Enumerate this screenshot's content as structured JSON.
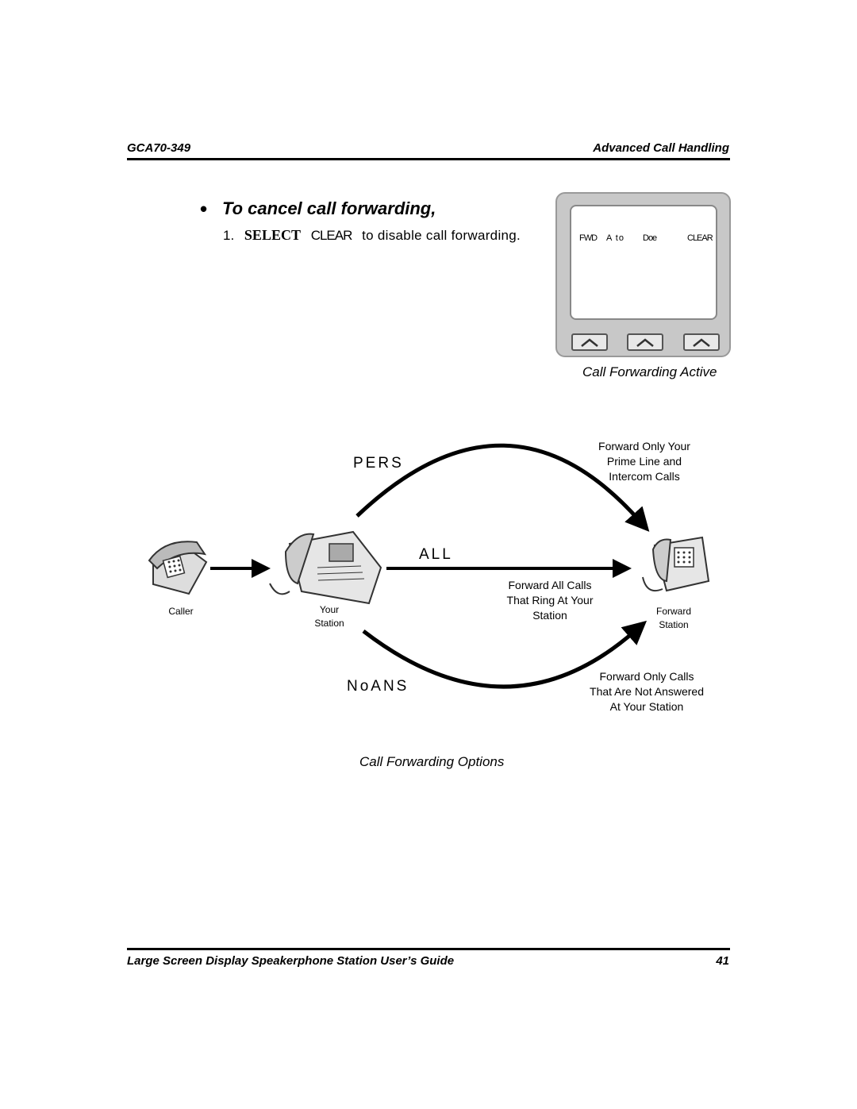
{
  "header": {
    "doc_code": "GCA70-349",
    "section": "Advanced Call Handling"
  },
  "heading": "To cancel call forwarding,",
  "step": {
    "number": "1.",
    "keyword": "SELECT",
    "key": "CLEAR",
    "text": "to disable call forwarding."
  },
  "display": {
    "line1": {
      "fwd": "FWD",
      "to": "A to",
      "name": "Doe",
      "softkey": "CLEAR"
    }
  },
  "caption_display": "Call Forwarding Active",
  "diagram": {
    "options": {
      "pers": "PERS",
      "all": "ALL",
      "noans": "NoANS"
    },
    "labels": {
      "caller": "Caller",
      "your_station_1": "Your",
      "your_station_2": "Station",
      "forward_station_1": "Forward",
      "forward_station_2": "Station"
    },
    "descriptions": {
      "pers": [
        "Forward Only Your",
        "Prime Line and",
        "Intercom Calls"
      ],
      "all": [
        "Forward All Calls",
        "That Ring At Your",
        "Station"
      ],
      "noans": [
        "Forward Only Calls",
        "That Are Not Answered",
        "At Your Station"
      ]
    }
  },
  "caption_diagram": "Call Forwarding Options",
  "footer": {
    "title": "Large Screen Display Speakerphone Station User’s Guide",
    "page": "41"
  }
}
